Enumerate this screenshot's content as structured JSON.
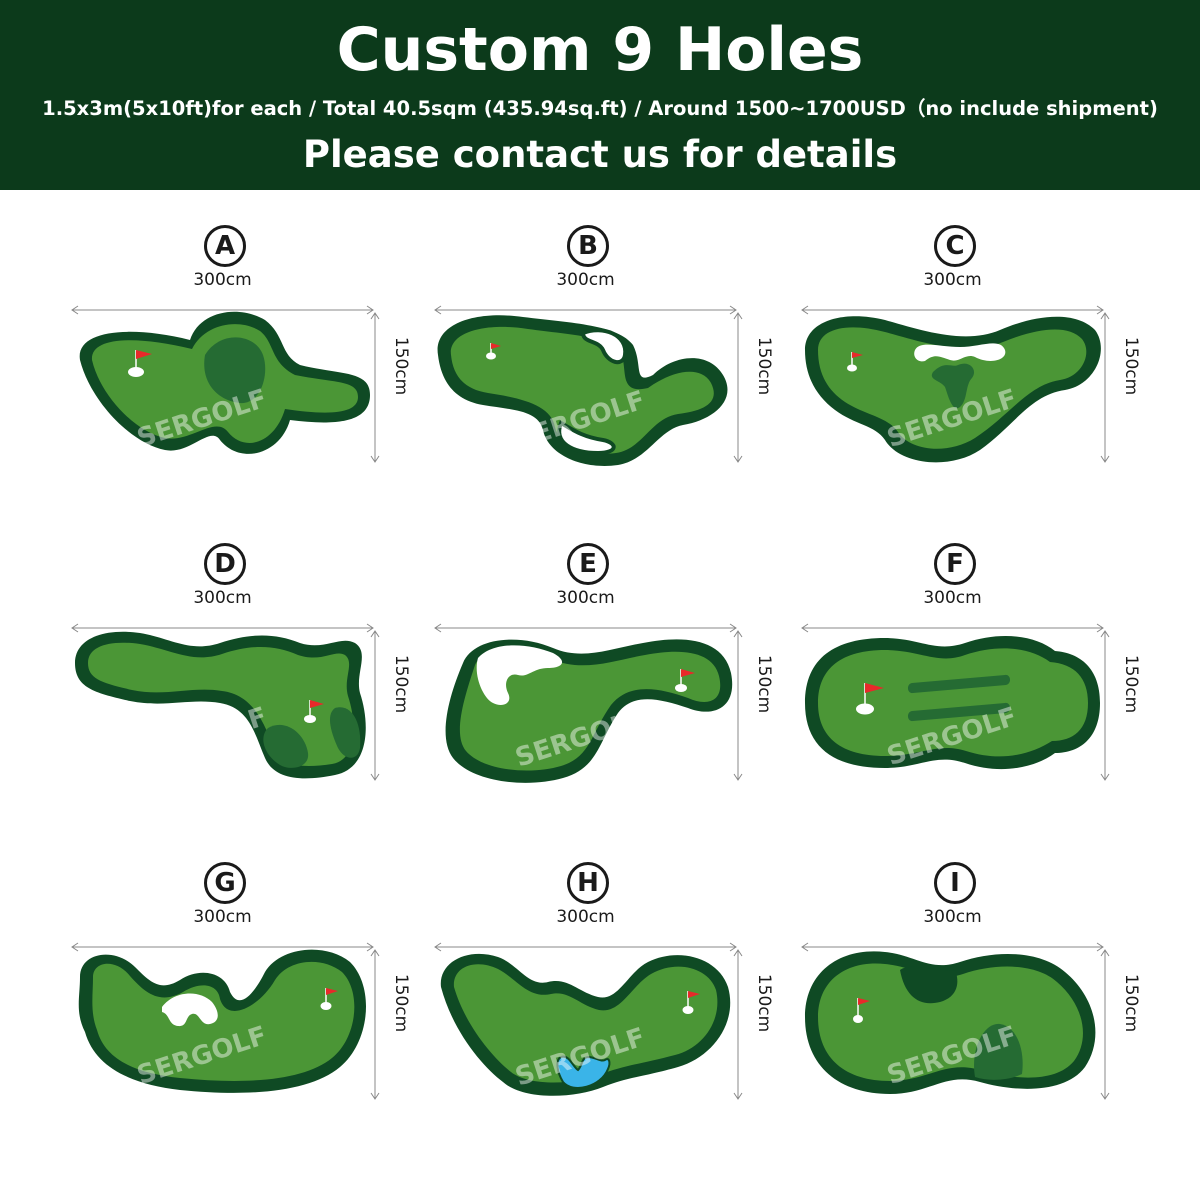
{
  "header": {
    "title": "Custom 9 Holes",
    "subtitle": "1.5x3m(5x10ft)for each / Total 40.5sqm (435.94sq.ft) / Around 1500~1700USD（no include shipment)",
    "contact": "Please contact us for details"
  },
  "watermark": "SERGOLF",
  "colors": {
    "banner": "#0c3a1b",
    "border": "#0f4a24",
    "rough": "#256b33",
    "green": "#4b9636",
    "sand": "#ffffff",
    "water": "#3ab4e8",
    "flag": "#e8292a"
  },
  "holes": [
    {
      "letter": "A",
      "width_label": "300cm",
      "height_label": "150cm"
    },
    {
      "letter": "B",
      "width_label": "300cm",
      "height_label": "150cm"
    },
    {
      "letter": "C",
      "width_label": "300cm",
      "height_label": "150cm"
    },
    {
      "letter": "D",
      "width_label": "300cm",
      "height_label": "150cm"
    },
    {
      "letter": "E",
      "width_label": "300cm",
      "height_label": "150cm"
    },
    {
      "letter": "F",
      "width_label": "300cm",
      "height_label": "150cm"
    },
    {
      "letter": "G",
      "width_label": "300cm",
      "height_label": "150cm"
    },
    {
      "letter": "H",
      "width_label": "300cm",
      "height_label": "150cm"
    },
    {
      "letter": "I",
      "width_label": "300cm",
      "height_label": "150cm"
    }
  ]
}
